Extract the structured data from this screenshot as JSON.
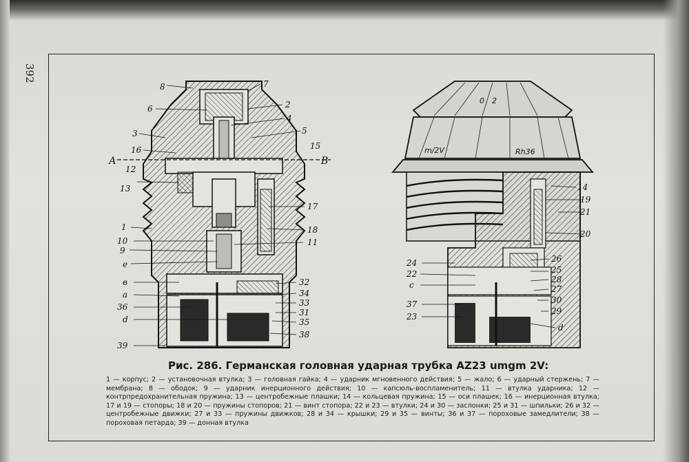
{
  "page_number": "392",
  "figure": {
    "caption": "Рис. 286. Германская головная ударная трубка AZ23 umgm 2V:",
    "legend": "1 — корпус; 2 — установочная втулка; 3 — головная гайка; 4 — ударник мгновенного действия; 5 — жало; 6 — ударный стержень; 7 — мембрана; 8 — ободок; 9 — ударник инерционного действия; 10 — капсюль-воспламенитель; 11 — втулка ударника; 12 — контрпредохранительная пружина; 13 — центробежные плашки; 14 — кольцевая пружина; 15 — оси плашек; 16 — инерционная втулка; 17 и 19 — стопоры; 18 и 20 — пружины стопоров; 21 — винт стопора; 22 и 23 — втулки; 24 и 30 — заслонки; 25 и 31 — шпильки; 26 и 32 — центробежные движки; 27 и 33 — пружины движков; 28 и 34 — крышки; 29 и 35 — винты; 36 и 37 — пороховые замедлители; 38 — пороховая петарда; 39 — донная втулка",
    "left_labels": {
      "section_A": "А",
      "section_B": "В",
      "n1": "1",
      "n2": "2",
      "n3": "3",
      "n4": "4",
      "n5": "5",
      "n6": "6",
      "n7": "7",
      "n8": "8",
      "n9": "9",
      "n10": "10",
      "n11": "11",
      "n12": "12",
      "n13": "13",
      "n15": "15",
      "n16": "16",
      "n17": "17",
      "n18": "18",
      "n31": "31",
      "n32": "32",
      "n33": "33",
      "n34": "34",
      "n35": "35",
      "n36": "36",
      "n38": "38",
      "n39": "39",
      "le": "e",
      "lv": "в",
      "la": "a",
      "ld": "d"
    },
    "right_labels": {
      "cap_marks": [
        "0",
        "2"
      ],
      "marking_left": "m/2V",
      "marking_right": "Rh36",
      "n14": "14",
      "n19": "19",
      "n20": "20",
      "n21": "21",
      "n22": "22",
      "n23": "23",
      "n24": "24",
      "n25": "25",
      "n26": "26",
      "n27": "27",
      "n28": "28",
      "n29": "29",
      "n30": "30",
      "n37": "37",
      "lc": "c",
      "ld": "d"
    }
  }
}
